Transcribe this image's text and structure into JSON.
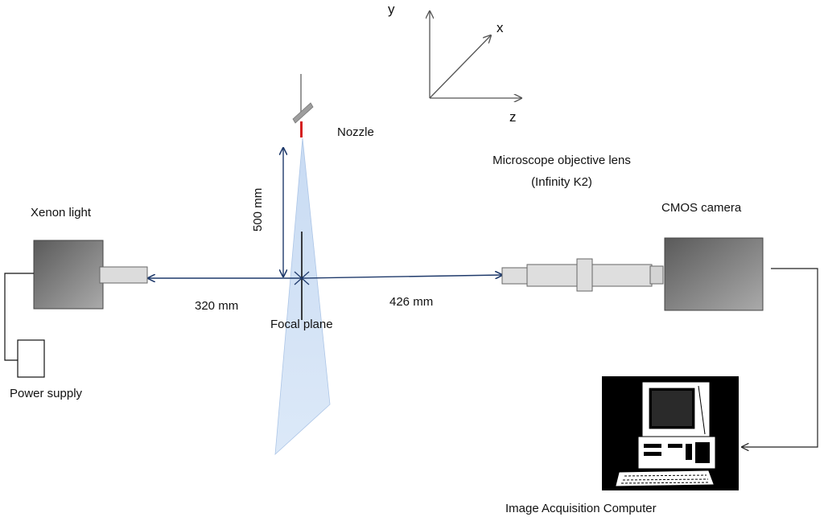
{
  "labels": {
    "axis_y": "y",
    "axis_x": "x",
    "axis_z": "z",
    "nozzle": "Nozzle",
    "lens_line1": "Microscope objective lens",
    "lens_line2": "(Infinity K2)",
    "camera": "CMOS camera",
    "light": "Xenon light",
    "distance_vertical": "500 mm",
    "distance_left": "320 mm",
    "distance_right": "426 mm",
    "focal_plane": "Focal plane",
    "power": "Power supply",
    "computer": "Image Acquisition Computer"
  },
  "colors": {
    "arrow": "#1f3a6b",
    "spray": "#cfe0f5",
    "housing_dark": "#555555",
    "housing_light": "#a8a8a8",
    "tube": "#dedede",
    "nozzle_tip": "#d41f1f"
  }
}
